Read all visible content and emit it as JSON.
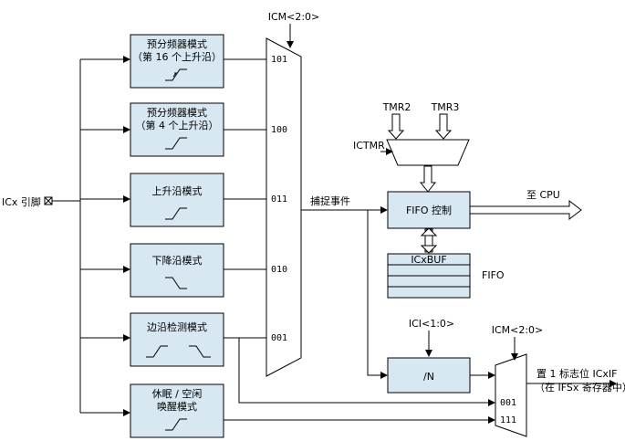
{
  "input": {
    "label": "ICx 引脚"
  },
  "mux_top": {
    "select_label": "ICM<2:0>",
    "inputs": [
      "101",
      "100",
      "011",
      "010",
      "001"
    ]
  },
  "modes": [
    {
      "line1": "预分频器模式",
      "line2": "（第 16 个上升沿）"
    },
    {
      "line1": "预分频器模式",
      "line2": "（第 4 个上升沿）"
    },
    {
      "line1": "上升沿模式",
      "line2": ""
    },
    {
      "line1": "下降沿模式",
      "line2": ""
    },
    {
      "line1": "边沿检测模式",
      "line2": ""
    },
    {
      "line1": "休眠 / 空闲",
      "line2": "唤醒模式"
    }
  ],
  "capture_event_label": "捕捉事件",
  "timers": {
    "tmr2": "TMR2",
    "tmr3": "TMR3",
    "select": "ICTMR"
  },
  "fifo": {
    "control_label": "FIFO 控制",
    "buffer_label": "ICxBUF",
    "side_label": "FIFO",
    "output_label": "至 CPU"
  },
  "interrupt": {
    "ici_label": "ICI<1:0>",
    "divider_label": "/N",
    "mux_select_label": "ICM<2:0>",
    "mux_inputs": [
      "001",
      "111"
    ],
    "flag_line1": "置 1 标志位 ICxIF",
    "flag_line2": "（在 IFSx 寄存器中）"
  }
}
